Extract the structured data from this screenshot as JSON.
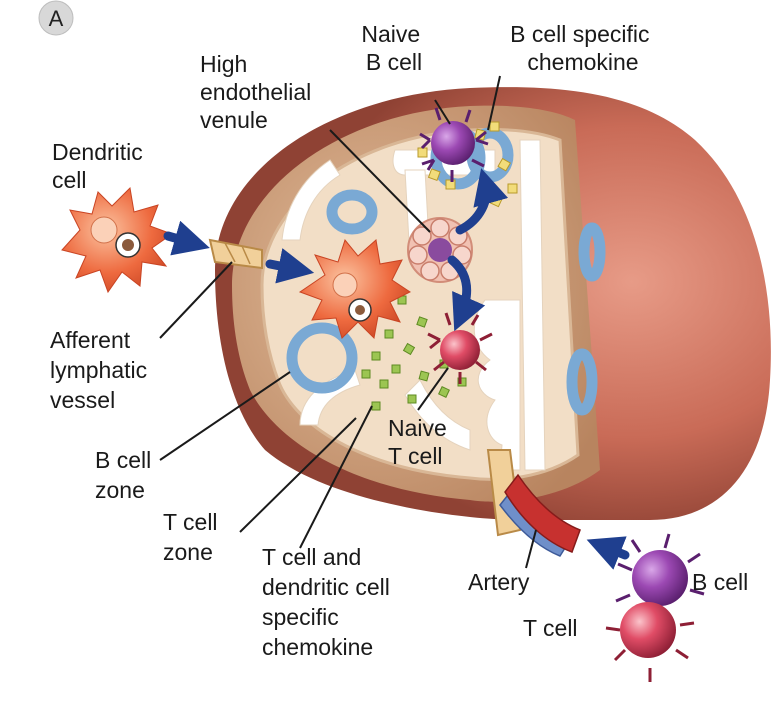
{
  "panel_label": "A",
  "labels": {
    "naive_b_cell": [
      "Naive",
      "B cell"
    ],
    "b_cell_specific_chemokine": [
      "B cell specific",
      "chemokine"
    ],
    "high_endothelial_venule": [
      "High",
      "endothelial",
      "venule"
    ],
    "dendritic_cell": [
      "Dendritic",
      "cell"
    ],
    "afferent_lymphatic_vessel": [
      "Afferent",
      "lymphatic",
      "vessel"
    ],
    "b_cell_zone": [
      "B cell",
      "zone"
    ],
    "t_cell_zone": [
      "T cell",
      "zone"
    ],
    "t_cell_dendritic_chemokine": [
      "T cell and",
      "dendritic cell",
      "specific",
      "chemokine"
    ],
    "naive_t_cell": [
      "Naive",
      "T cell"
    ],
    "artery": [
      "Artery"
    ],
    "b_cell": [
      "B cell"
    ],
    "t_cell": [
      "T cell"
    ]
  },
  "colors": {
    "node_outer": "#b86a55",
    "node_inner": "#f0dcc4",
    "follicle": "#7aa9d4",
    "arrow": "#1f3f8f",
    "chemokine_b": "#f2dc7a",
    "chemokine_t": "#9cc552",
    "b_cell": "#8a3c9e",
    "t_cell": "#d6405a",
    "dendritic": "#e8633a"
  }
}
